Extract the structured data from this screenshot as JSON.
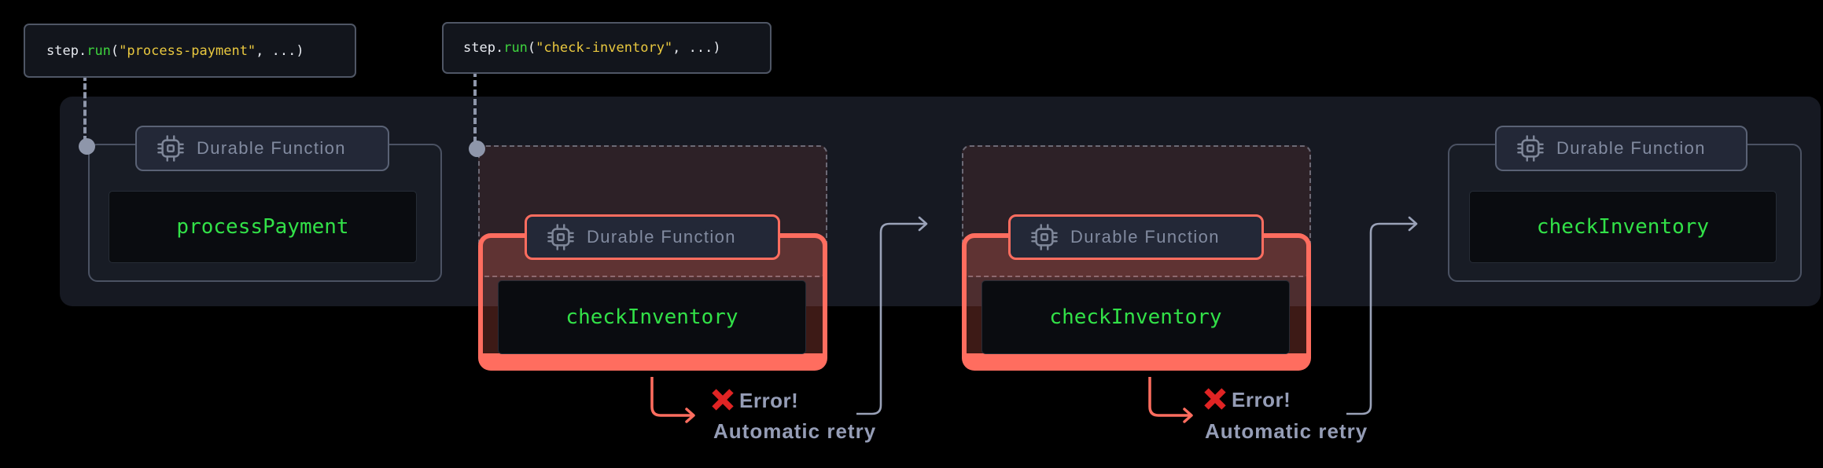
{
  "code_boxes": [
    {
      "pre": "step",
      "dot": ".",
      "fn": "run",
      "open": "(",
      "str": "\"process-payment\"",
      "tail": ", ...)"
    },
    {
      "pre": "step",
      "dot": ".",
      "fn": "run",
      "open": "(",
      "str": "\"check-inventory\"",
      "tail": ", ...)"
    }
  ],
  "groups": {
    "g1": {
      "badge": "Durable Function",
      "fn": "processPayment"
    },
    "g2": {
      "badge": "Durable Function",
      "fn": "checkInventory",
      "error": "Error!",
      "retry": "Automatic retry"
    },
    "g3": {
      "badge": "Durable Function",
      "fn": "checkInventory",
      "error": "Error!",
      "retry": "Automatic retry"
    },
    "g4": {
      "badge": "Durable Function",
      "fn": "checkInventory"
    }
  },
  "colors": {
    "background": "#000000",
    "container": "#161922",
    "card": "#181c25",
    "pill": "#232837",
    "salmon": "#ff6d5f",
    "error_x_red": "#e02424",
    "function_green": "#32e148",
    "code_green": "#3ed43e",
    "code_string_yellow": "#e9c83f",
    "label_slate": "#959db6"
  }
}
